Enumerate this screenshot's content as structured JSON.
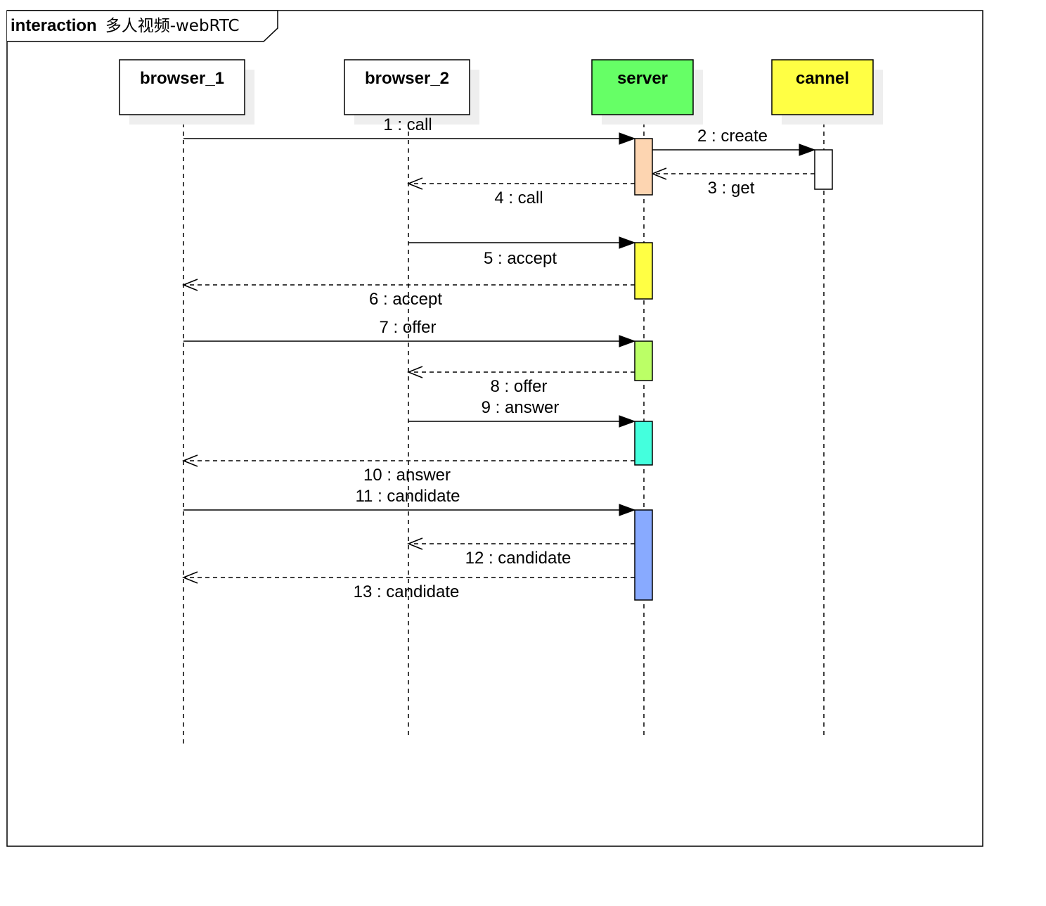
{
  "frame": {
    "keyword": "interaction",
    "name": "多人视频-webRTC"
  },
  "lifelines": [
    {
      "id": "browser_1",
      "label": "browser_1",
      "color": "#ffffff"
    },
    {
      "id": "browser_2",
      "label": "browser_2",
      "color": "#ffffff"
    },
    {
      "id": "server",
      "label": "server",
      "color": "#66ff66"
    },
    {
      "id": "cannel",
      "label": "cannel",
      "color": "#ffff44"
    }
  ],
  "activations": [
    {
      "lifeline": "server",
      "color": "#fdd5b1"
    },
    {
      "lifeline": "cannel",
      "color": "#ffffff"
    },
    {
      "lifeline": "server",
      "color": "#ffff44"
    },
    {
      "lifeline": "server",
      "color": "#bbff66"
    },
    {
      "lifeline": "server",
      "color": "#44ffdd"
    },
    {
      "lifeline": "server",
      "color": "#88aaff"
    }
  ],
  "messages": [
    {
      "label": "1 : call",
      "from": "browser_1",
      "to": "server",
      "kind": "sync"
    },
    {
      "label": "2 : create",
      "from": "server",
      "to": "cannel",
      "kind": "sync"
    },
    {
      "label": "3 : get",
      "from": "cannel",
      "to": "server",
      "kind": "reply"
    },
    {
      "label": "4 : call",
      "from": "server",
      "to": "browser_2",
      "kind": "reply"
    },
    {
      "label": "5 : accept",
      "from": "browser_2",
      "to": "server",
      "kind": "sync"
    },
    {
      "label": "6 : accept",
      "from": "server",
      "to": "browser_1",
      "kind": "reply"
    },
    {
      "label": "7 : offer",
      "from": "browser_1",
      "to": "server",
      "kind": "sync"
    },
    {
      "label": "8 : offer",
      "from": "server",
      "to": "browser_2",
      "kind": "reply"
    },
    {
      "label": "9 : answer",
      "from": "browser_2",
      "to": "server",
      "kind": "sync"
    },
    {
      "label": "10 : answer",
      "from": "server",
      "to": "browser_1",
      "kind": "reply"
    },
    {
      "label": "11 : candidate",
      "from": "browser_1",
      "to": "server",
      "kind": "sync"
    },
    {
      "label": "12 : candidate",
      "from": "server",
      "to": "browser_2",
      "kind": "reply"
    },
    {
      "label": "13 : candidate",
      "from": "server",
      "to": "browser_1",
      "kind": "reply"
    }
  ]
}
